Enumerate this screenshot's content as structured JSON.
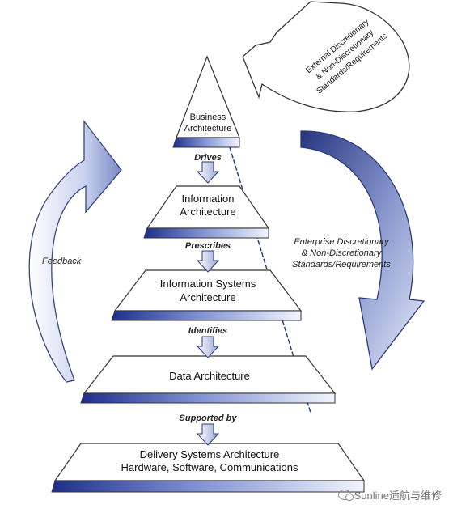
{
  "layers": {
    "business": [
      "Business",
      "Architecture"
    ],
    "information": [
      "Information",
      "Architecture"
    ],
    "info_systems": [
      "Information Systems",
      "Architecture"
    ],
    "data": [
      "Data Architecture"
    ],
    "delivery": [
      "Delivery Systems Architecture",
      "Hardware, Software, Communications"
    ]
  },
  "connectors": {
    "drives": "Drives",
    "prescribes": "Prescribes",
    "identifies": "Identifies",
    "supported_by": "Supported by"
  },
  "feedback_label": "Feedback",
  "external_note": [
    "External Discretionary",
    "& Non-Discretionary",
    "Standards/Requirements"
  ],
  "enterprise_note": [
    "Enterprise Discretionary",
    "& Non-Discretionary",
    "Standards/Requirements"
  ],
  "watermark": "Sunline适航与维修"
}
